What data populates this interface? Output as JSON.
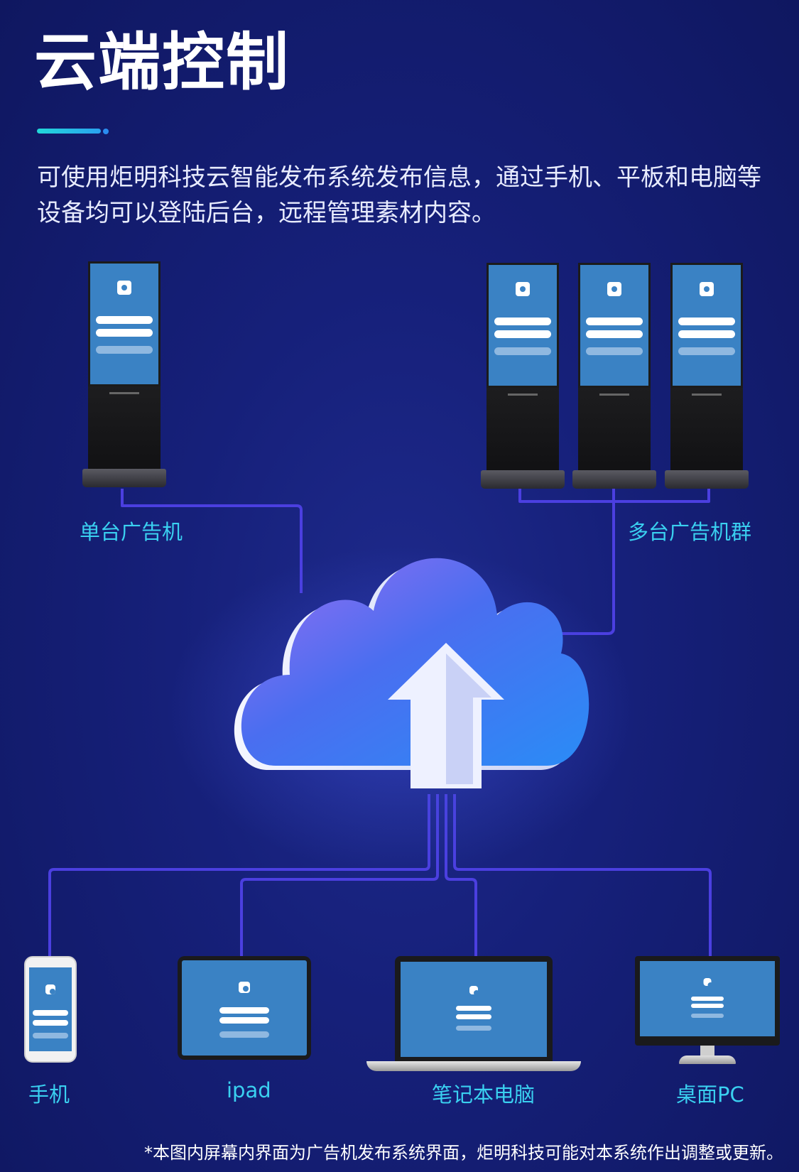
{
  "header": {
    "title": "云端控制",
    "description": "可使用炬明科技云智能发布系统发布信息，通过手机、平板和电脑等设备均可以登陆后台，远程管理素材内容。"
  },
  "labels": {
    "single_kiosk": "单台广告机",
    "kiosk_group": "多台广告机群",
    "phone": "手机",
    "ipad": "ipad",
    "laptop": "笔记本电脑",
    "desktop": "桌面PC"
  },
  "footnote": "*本图内屏幕内界面为广告机发布系统界面，炬明科技可能对本系统作出调整或更新。",
  "colors": {
    "background": "#16207a",
    "wire": "#4b3fe0",
    "label": "#3ad0f0",
    "screen": "#3a82c4",
    "accent": "#22d8d8"
  },
  "icons": [
    "cloud-upload-icon",
    "app-logo-icon"
  ]
}
